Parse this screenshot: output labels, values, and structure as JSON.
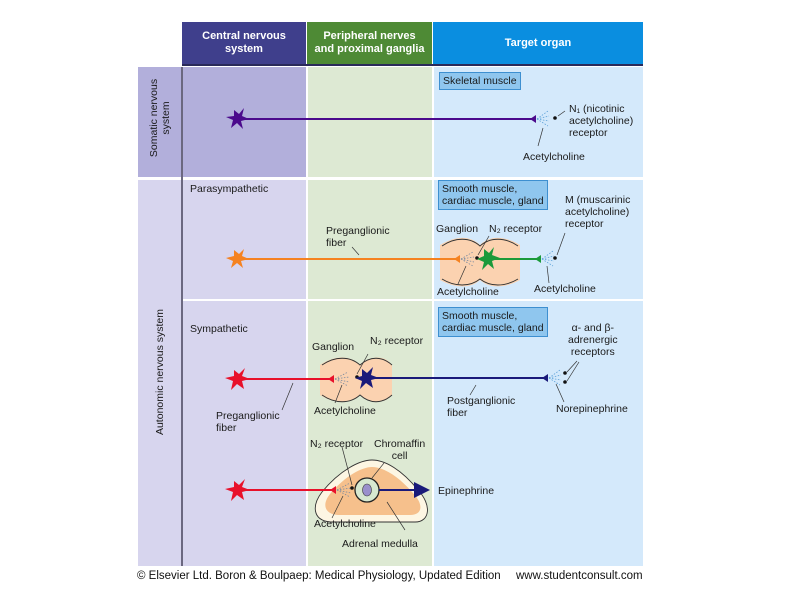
{
  "headers": {
    "cns": "Central nervous system",
    "cns_line1": "Central nervous",
    "cns_line2": "system",
    "peripheral_line1": "Peripheral nerves",
    "peripheral_line2": "and proximal ganglia",
    "target": "Target organ"
  },
  "rows": {
    "somatic_line1": "Somatic nervous",
    "somatic_line2": "system",
    "autonomic": "Autonomic nervous system",
    "parasympathetic": "Parasympathetic",
    "sympathetic": "Sympathetic"
  },
  "somatic": {
    "target_box": "Skeletal muscle",
    "receptor_line1": "N₁ (nicotinic",
    "receptor_line2": "acetylcholine)",
    "receptor_line3": "receptor",
    "transmitter": "Acetylcholine"
  },
  "parasympathetic": {
    "target_line1": "Smooth muscle,",
    "target_line2": "cardiac muscle, gland",
    "fiber_line1": "Preganglionic",
    "fiber_line2": "fiber",
    "ganglion": "Ganglion",
    "n2_receptor": "N₂ receptor",
    "ganglion_transmitter": "Acetylcholine",
    "receptor_line1": "M (muscarinic",
    "receptor_line2": "acetylcholine)",
    "receptor_line3": "receptor",
    "target_transmitter": "Acetylcholine"
  },
  "sympathetic": {
    "target_line1": "Smooth muscle,",
    "target_line2": "cardiac muscle, gland",
    "ganglion": "Ganglion",
    "n2_receptor": "N₂ receptor",
    "ganglion_transmitter": "Acetylcholine",
    "pre_fiber_line1": "Preganglionic",
    "pre_fiber_line2": "fiber",
    "post_fiber_line1": "Postganglionic",
    "post_fiber_line2": "fiber",
    "receptor_line1": "α- and β-",
    "receptor_line2": "adrenergic",
    "receptor_line3": "receptors",
    "target_transmitter": "Norepinephrine"
  },
  "adrenal": {
    "n2_receptor": "N₂ receptor",
    "chromaffin_line1": "Chromaffin",
    "chromaffin_line2": "cell",
    "transmitter": "Acetylcholine",
    "medulla": "Adrenal medulla",
    "output": "Epinephrine"
  },
  "footer": {
    "credit": "© Elsevier Ltd. Boron & Boulpaep: Medical Physiology, Updated Edition",
    "url": "www.studentconsult.com"
  },
  "colors": {
    "header_cns": "#3f3f8c",
    "header_peripheral": "#4e8a35",
    "header_target": "#0a8ee0",
    "somatic_bg": "#b2afdb",
    "autonomic_bg": "#d7d5ee",
    "peripheral_bg": "#dde9d3",
    "target_bg": "#d4e9fb",
    "somatic_neuron": "#4b0a8c",
    "parasympathetic_pre": "#f58220",
    "parasympathetic_post": "#1b9a3a",
    "sympathetic_pre": "#e8102a",
    "sympathetic_post": "#1a1a7a"
  }
}
